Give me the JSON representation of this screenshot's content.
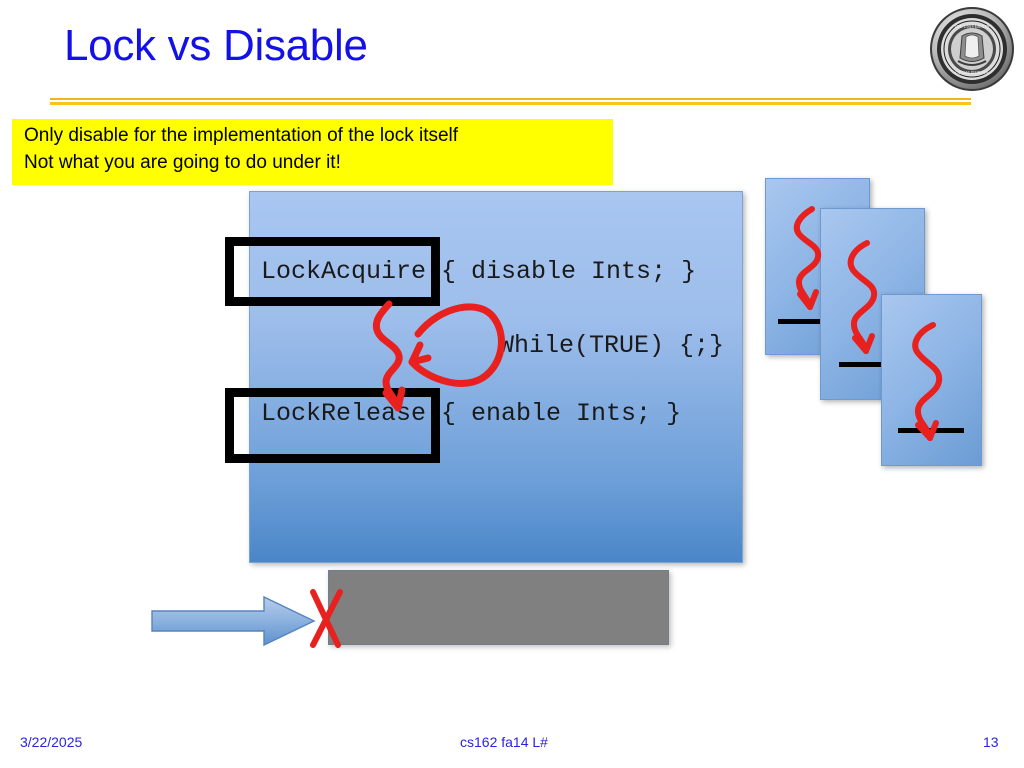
{
  "slide": {
    "title": "Lock vs Disable",
    "page_number": "13",
    "date": "3/22/2025",
    "course_footer": "cs162 fa14 L#",
    "title_color": "#1310e8",
    "rule_color": "#f0b323",
    "background": "#ffffff"
  },
  "logo": {
    "name": "uc-berkeley-seal",
    "alt_text": "University of California Berkeley Seal"
  },
  "callout": {
    "background": "#ffff00",
    "text_color": "#000000",
    "line1": "Only disable for the implementation of the lock itself",
    "line2": "Not what you are going to do under it!"
  },
  "code_panel": {
    "background_top": "#a8c6f0",
    "background_bottom": "#4a86c8",
    "lines": [
      {
        "label": "LockAcquire",
        "body": "{ disable Ints; }",
        "boxed": true
      },
      {
        "label": "",
        "body": "While(TRUE) {;}",
        "boxed": false
      },
      {
        "label": "LockRelease",
        "body": "{ enable Ints; }",
        "boxed": true
      }
    ],
    "line_acquire": "LockAcquire { disable Ints; }",
    "line_while": "While(TRUE) {;}",
    "line_release": "LockRelease { enable Ints; }"
  },
  "annotations": {
    "ink_color": "#e8201e",
    "squiggle_loop": "red-squiggle-loop-arrow",
    "cross_mark": "red-x-mark"
  },
  "thread_cards": [
    {
      "id": "card-1",
      "marker": "red-squiggle-arrow",
      "baseline": "black-line"
    },
    {
      "id": "card-2",
      "marker": "red-squiggle-arrow",
      "baseline": "black-line"
    },
    {
      "id": "card-3",
      "marker": "red-squiggle-arrow",
      "baseline": "black-line"
    }
  ],
  "bottom": {
    "arrow_color": "#7eaadc",
    "blocker_color": "#808080",
    "blocker_label": ""
  }
}
